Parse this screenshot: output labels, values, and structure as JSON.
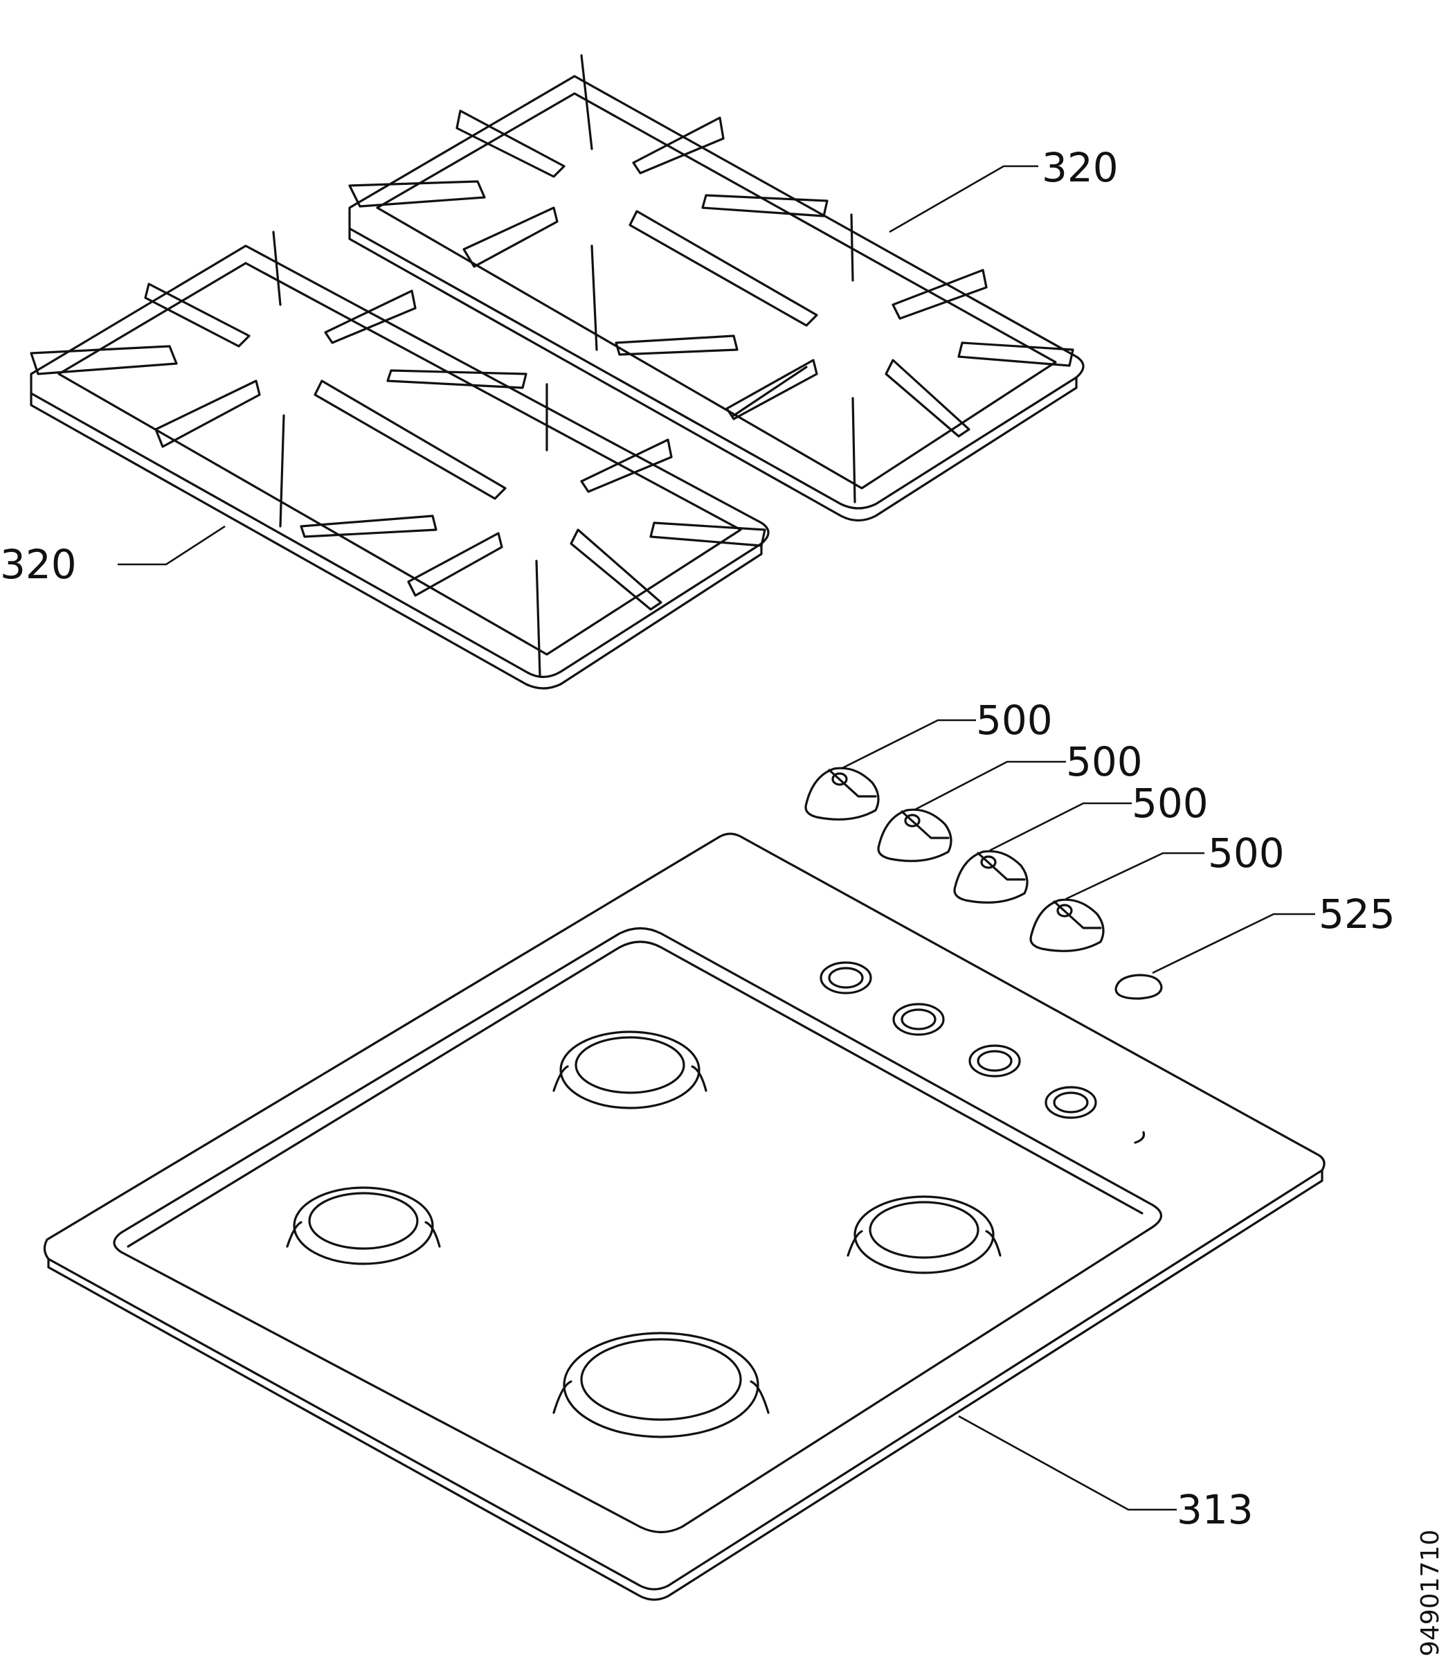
{
  "parts": [
    {
      "id": "grid-right",
      "callout": "320"
    },
    {
      "id": "grid-left",
      "callout": "320"
    },
    {
      "id": "knob-1",
      "callout": "500"
    },
    {
      "id": "knob-2",
      "callout": "500"
    },
    {
      "id": "knob-3",
      "callout": "500"
    },
    {
      "id": "knob-4",
      "callout": "500"
    },
    {
      "id": "button",
      "callout": "525"
    },
    {
      "id": "hob-top",
      "callout": "313"
    }
  ],
  "document_number": "94901710"
}
